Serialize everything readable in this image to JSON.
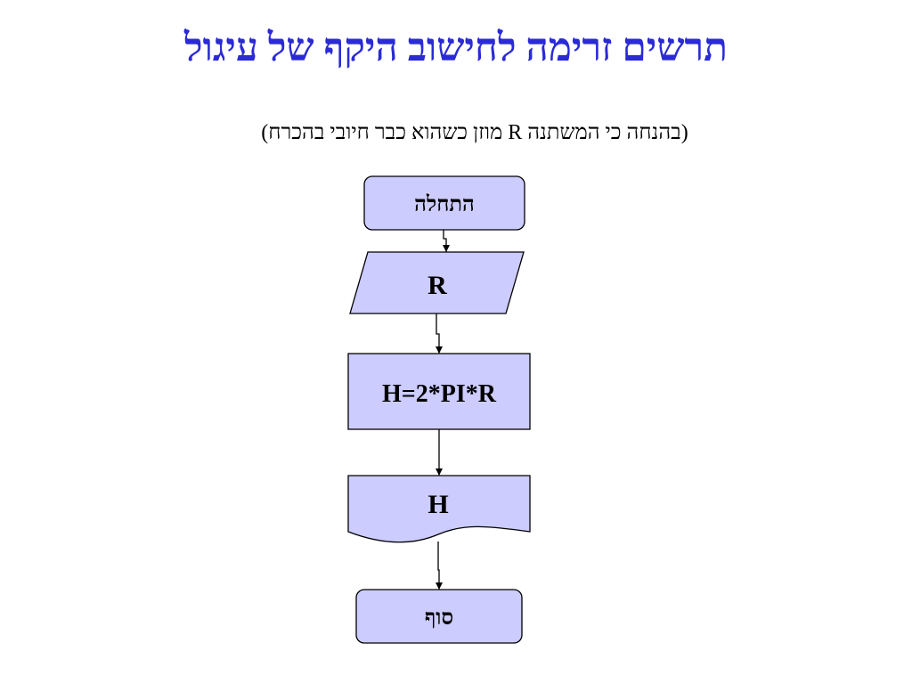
{
  "slide": {
    "title": "תרשים זרימה לחישוב היקף של עיגול",
    "subtitle": "(בהנחה כי המשתנה R מוזן כשהוא כבר חיובי בהכרח)"
  },
  "flowchart": {
    "fill_color": "#ccccff",
    "stroke_color": "#000000",
    "nodes": {
      "start": {
        "shape": "terminal",
        "label": "התחלה"
      },
      "input": {
        "shape": "parallelogram",
        "label": "R"
      },
      "process": {
        "shape": "rectangle",
        "label": "H=2*PI*R"
      },
      "output": {
        "shape": "document",
        "label": "H"
      },
      "end": {
        "shape": "terminal",
        "label": "סוף"
      }
    }
  }
}
